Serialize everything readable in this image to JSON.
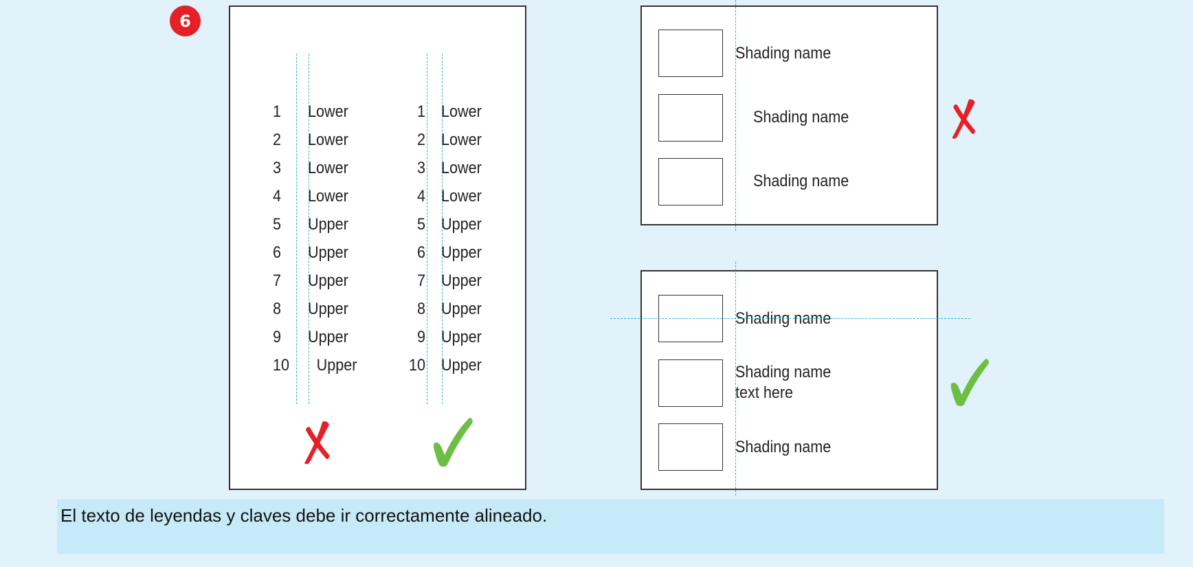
{
  "badge": {
    "number": "6"
  },
  "left_panel": {
    "wrong_list": {
      "numbers": [
        "1",
        "2",
        "3",
        "4",
        "5",
        "6",
        "7",
        "8",
        "9",
        "10"
      ],
      "labels": [
        "Lower",
        "Lower",
        "Lower",
        "Lower",
        "Upper",
        "Upper",
        "Upper",
        "Upper",
        "Upper",
        "Upper"
      ]
    },
    "right_list": {
      "numbers": [
        "1",
        "2",
        "3",
        "4",
        "5",
        "6",
        "7",
        "8",
        "9",
        "10"
      ],
      "labels": [
        "Lower",
        "Lower",
        "Lower",
        "Lower",
        "Upper",
        "Upper",
        "Upper",
        "Upper",
        "Upper",
        "Upper"
      ]
    }
  },
  "top_right_panel": {
    "labels": [
      "Shading name",
      "Shading name",
      "Shading name"
    ]
  },
  "bottom_right_panel": {
    "labels": [
      "Shading name",
      "Shading name",
      "text here",
      "Shading name"
    ]
  },
  "caption": "El texto de leyendas y claves debe ir correctamente alineado.",
  "colors": {
    "wrong_mark": "#e52127",
    "correct_mark": "#6cbe45",
    "guide": "#29b3cf",
    "background": "#e1f2fb"
  },
  "icons": {
    "wrong": "cross-mark-icon",
    "correct": "check-mark-icon"
  }
}
